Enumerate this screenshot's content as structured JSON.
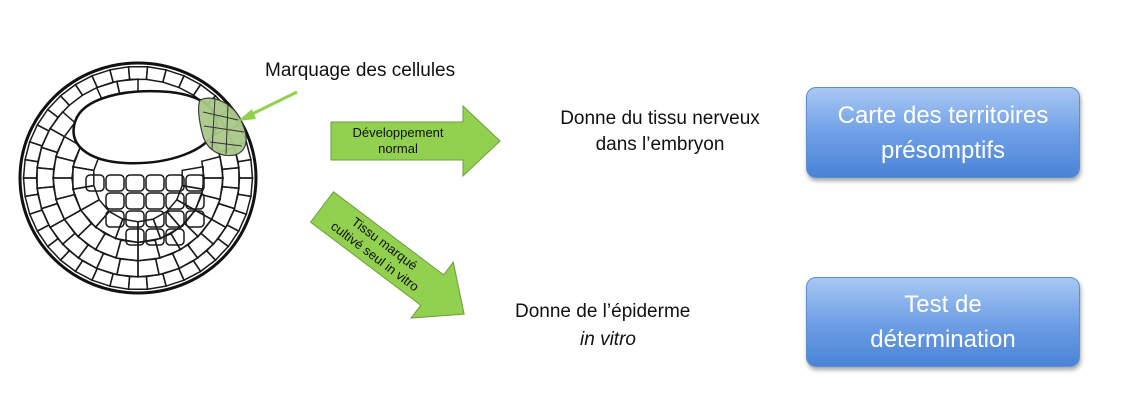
{
  "labels": {
    "marking": "Marquage des cellules",
    "normal_arrow": [
      "Développement",
      "normal"
    ],
    "culture_arrow": [
      "Tissu marqué",
      "cultivé seul in vitro"
    ]
  },
  "results": {
    "normal": [
      "Donne du tissu nerveux",
      "dans l’embryon"
    ],
    "culture_line1": "Donne de l’épiderme",
    "culture_line2": "in vitro"
  },
  "boxes": {
    "map": [
      "Carte des territoires",
      "présomptifs"
    ],
    "test": [
      "Test de",
      "détermination"
    ]
  },
  "colors": {
    "arrow_fill": "#92d050",
    "marked_zone": "#a9c98a",
    "box_blue": "#6fa0e6"
  }
}
